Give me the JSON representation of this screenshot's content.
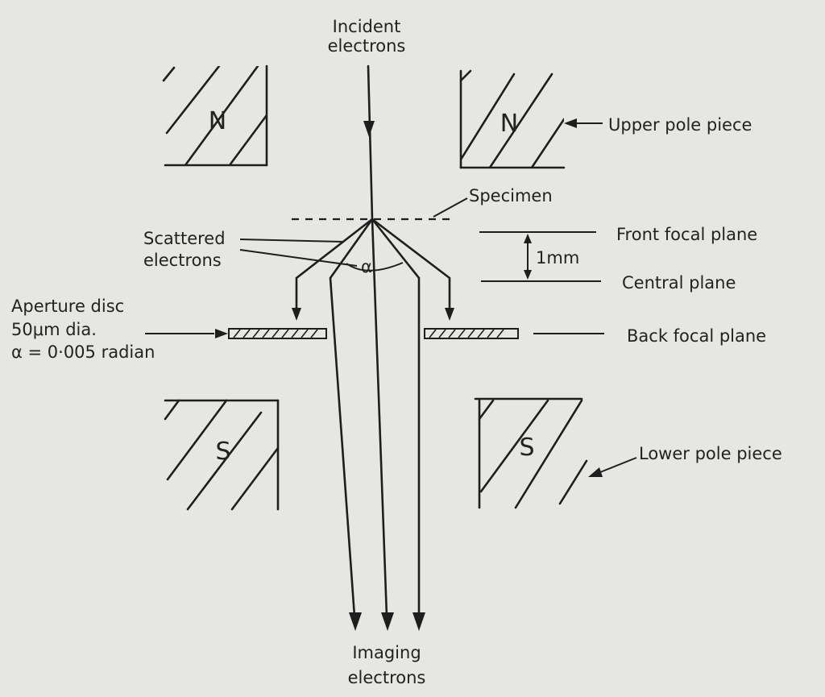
{
  "labels": {
    "incident_line1": "Incident",
    "incident_line2": "electrons",
    "upper_pole_piece": "Upper pole piece",
    "specimen": "Specimen",
    "front_focal_plane": "Front focal plane",
    "distance": "1mm",
    "central_plane": "Central plane",
    "back_focal_plane": "Back focal plane",
    "scattered_line1": "Scattered",
    "scattered_line2": "electrons",
    "aperture_line1": "Aperture disc",
    "aperture_line2": "50μm dia.",
    "aperture_line3": "α = 0·005 radian",
    "angle_symbol": "α",
    "lower_pole_piece": "Lower pole piece",
    "imaging_line1": "Imaging",
    "imaging_line2": "electrons"
  },
  "poles": {
    "upper_left": "N",
    "upper_right": "N",
    "lower_left": "S",
    "lower_right": "S"
  }
}
